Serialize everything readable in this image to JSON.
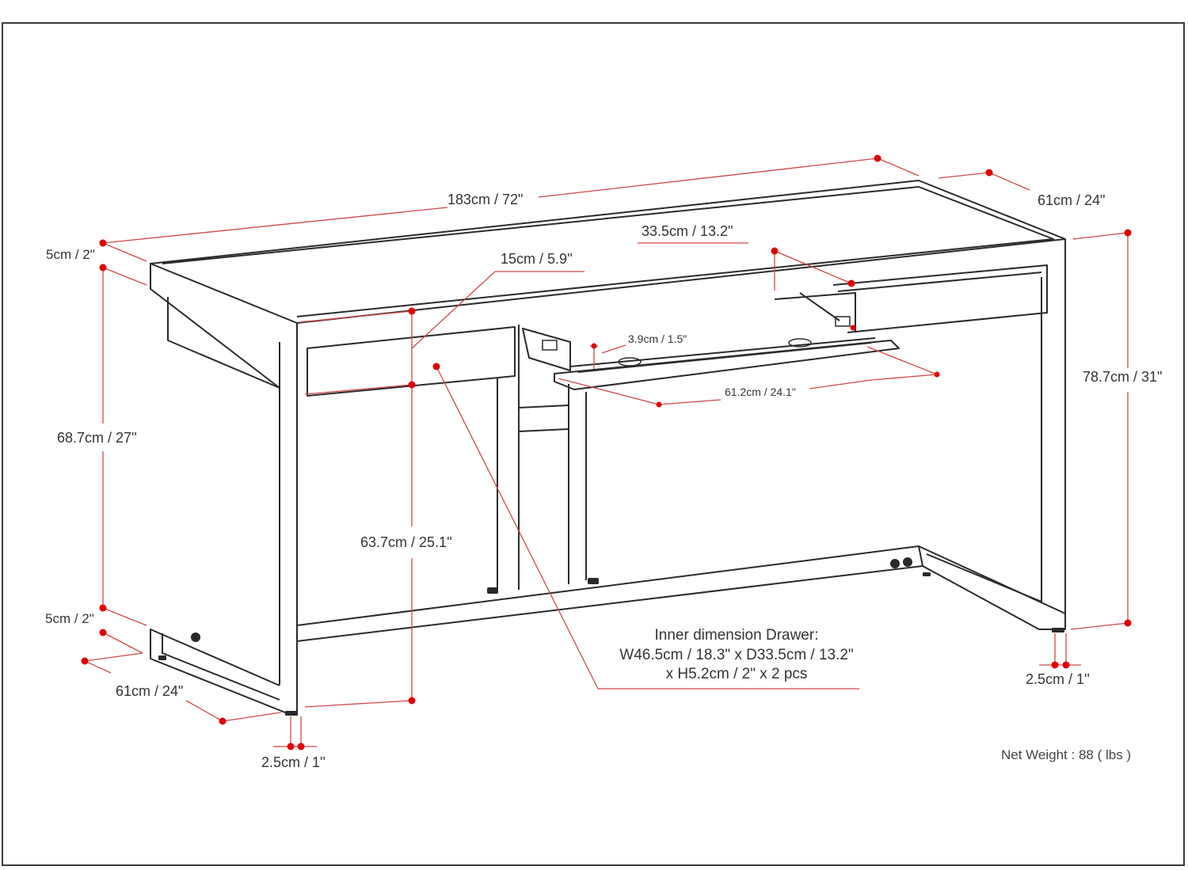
{
  "colors": {
    "dimension_line": "#d04848",
    "dimension_dot": "#e00000",
    "outline": "#2a2a2a",
    "text": "#333333"
  },
  "dimensions": {
    "overall_width": "183cm / 72\"",
    "overall_depth": "61cm / 24\"",
    "drawer_depth": "33.5cm / 13.2\"",
    "drawer_front_height": "15cm / 5.9''",
    "top_thickness": "5cm / 2\"",
    "leg_height": "68.7cm / 27''",
    "overall_height": "78.7cm / 31\"",
    "keyboard_tray_gap": "3.9cm / 1.5\"",
    "keyboard_tray_width": "61.2cm / 24.1\"",
    "under_drawer_height": "63.7cm / 25.1''",
    "base_thickness": "5cm / 2\"",
    "base_depth": "61cm / 24\"",
    "foot_width_left": "2.5cm / 1''",
    "foot_width_right": "2.5cm / 1''"
  },
  "inner_drawer_note": {
    "line1": "Inner dimension Drawer:",
    "line2": "W46.5cm / 18.3\" x D33.5cm / 13.2\"",
    "line3": "x H5.2cm / 2\" x 2 pcs"
  },
  "net_weight": "Net Weight : 88 ( lbs )"
}
